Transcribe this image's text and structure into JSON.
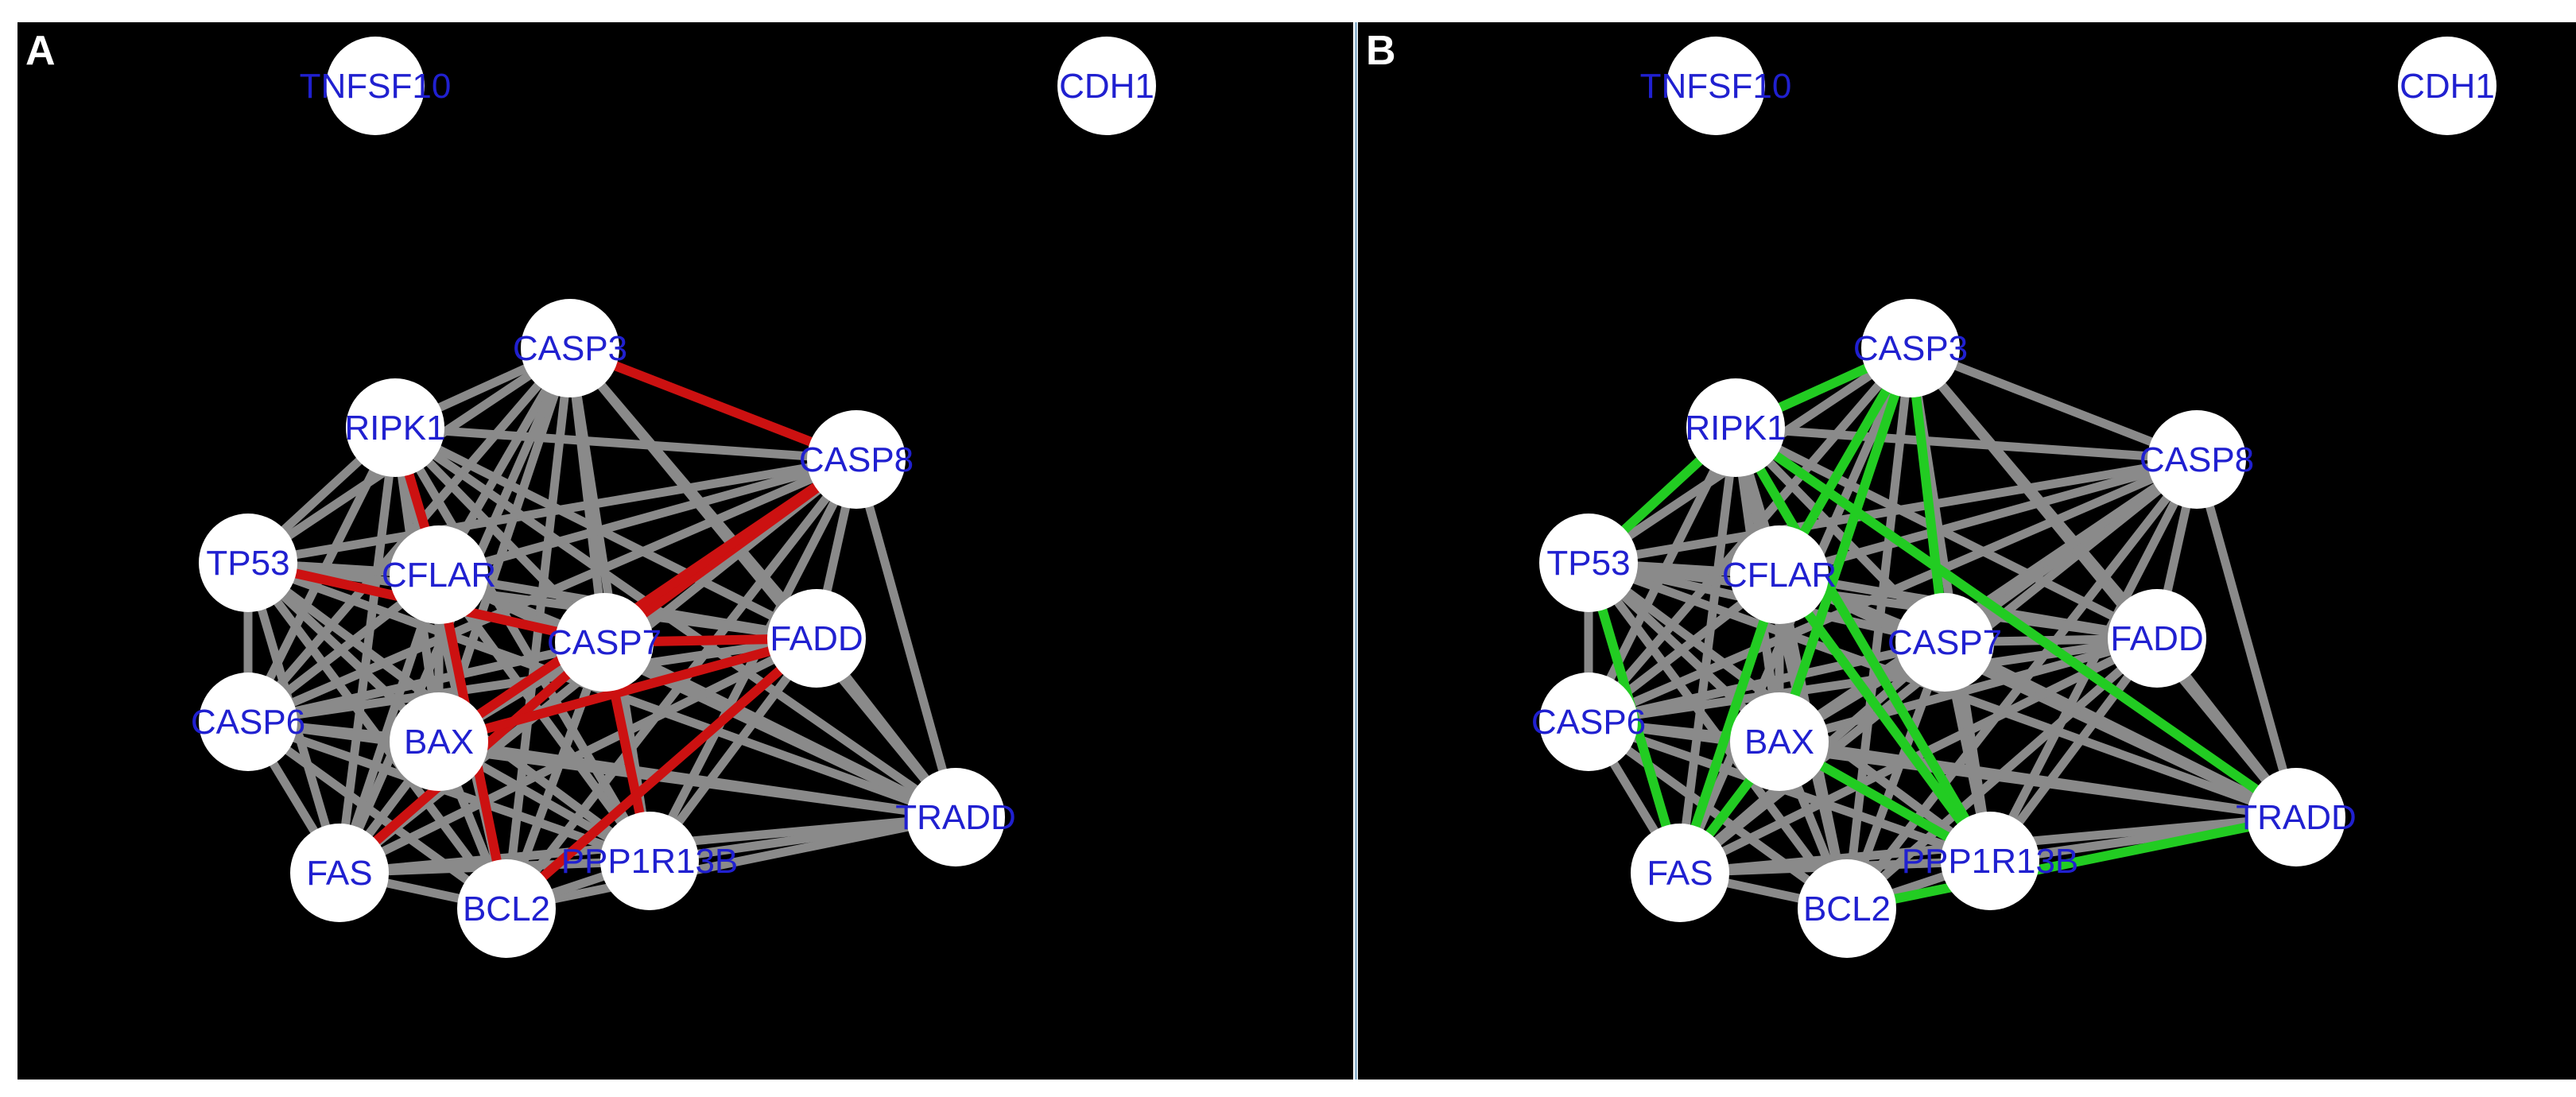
{
  "panels": [
    {
      "id": "a",
      "label": "A",
      "highlight_color": "#cc1111"
    },
    {
      "id": "b",
      "label": "B",
      "highlight_color": "#22cc22"
    }
  ],
  "colors": {
    "background": "#000000",
    "edge": "#8a8a8a",
    "node_fill": "#ffffff",
    "node_label": "#2020d0"
  },
  "nodes": [
    "TNFSF10",
    "CDH1",
    "CASP3",
    "RIPK1",
    "CASP8",
    "TP53",
    "CFLAR",
    "CASP7",
    "FADD",
    "CASP6",
    "BAX",
    "TRADD",
    "FAS",
    "PPP1R13B",
    "BCL2"
  ],
  "edges": [
    [
      "CASP3",
      "RIPK1"
    ],
    [
      "CASP3",
      "CASP8"
    ],
    [
      "CASP3",
      "TP53"
    ],
    [
      "CASP3",
      "CFLAR"
    ],
    [
      "CASP3",
      "CASP7"
    ],
    [
      "CASP3",
      "FADD"
    ],
    [
      "CASP3",
      "CASP6"
    ],
    [
      "CASP3",
      "BAX"
    ],
    [
      "CASP3",
      "TRADD"
    ],
    [
      "CASP3",
      "FAS"
    ],
    [
      "CASP3",
      "PPP1R13B"
    ],
    [
      "CASP3",
      "BCL2"
    ],
    [
      "RIPK1",
      "CASP8"
    ],
    [
      "RIPK1",
      "TP53"
    ],
    [
      "RIPK1",
      "CFLAR"
    ],
    [
      "RIPK1",
      "CASP7"
    ],
    [
      "RIPK1",
      "FADD"
    ],
    [
      "RIPK1",
      "CASP6"
    ],
    [
      "RIPK1",
      "BAX"
    ],
    [
      "RIPK1",
      "TRADD"
    ],
    [
      "RIPK1",
      "FAS"
    ],
    [
      "RIPK1",
      "PPP1R13B"
    ],
    [
      "RIPK1",
      "BCL2"
    ],
    [
      "CASP8",
      "TP53"
    ],
    [
      "CASP8",
      "CFLAR"
    ],
    [
      "CASP8",
      "CASP7"
    ],
    [
      "CASP8",
      "FADD"
    ],
    [
      "CASP8",
      "CASP6"
    ],
    [
      "CASP8",
      "BAX"
    ],
    [
      "CASP8",
      "TRADD"
    ],
    [
      "CASP8",
      "FAS"
    ],
    [
      "CASP8",
      "PPP1R13B"
    ],
    [
      "CASP8",
      "BCL2"
    ],
    [
      "TP53",
      "CFLAR"
    ],
    [
      "TP53",
      "CASP7"
    ],
    [
      "TP53",
      "FADD"
    ],
    [
      "TP53",
      "CASP6"
    ],
    [
      "TP53",
      "BAX"
    ],
    [
      "TP53",
      "TRADD"
    ],
    [
      "TP53",
      "FAS"
    ],
    [
      "TP53",
      "PPP1R13B"
    ],
    [
      "TP53",
      "BCL2"
    ],
    [
      "CFLAR",
      "CASP7"
    ],
    [
      "CFLAR",
      "FADD"
    ],
    [
      "CFLAR",
      "CASP6"
    ],
    [
      "CFLAR",
      "BAX"
    ],
    [
      "CFLAR",
      "TRADD"
    ],
    [
      "CFLAR",
      "FAS"
    ],
    [
      "CFLAR",
      "PPP1R13B"
    ],
    [
      "CFLAR",
      "BCL2"
    ],
    [
      "CASP7",
      "FADD"
    ],
    [
      "CASP7",
      "CASP6"
    ],
    [
      "CASP7",
      "BAX"
    ],
    [
      "CASP7",
      "TRADD"
    ],
    [
      "CASP7",
      "FAS"
    ],
    [
      "CASP7",
      "PPP1R13B"
    ],
    [
      "CASP7",
      "BCL2"
    ],
    [
      "FADD",
      "CASP6"
    ],
    [
      "FADD",
      "BAX"
    ],
    [
      "FADD",
      "TRADD"
    ],
    [
      "FADD",
      "FAS"
    ],
    [
      "FADD",
      "PPP1R13B"
    ],
    [
      "FADD",
      "BCL2"
    ],
    [
      "CASP6",
      "BAX"
    ],
    [
      "CASP6",
      "TRADD"
    ],
    [
      "CASP6",
      "FAS"
    ],
    [
      "CASP6",
      "PPP1R13B"
    ],
    [
      "CASP6",
      "BCL2"
    ],
    [
      "BAX",
      "TRADD"
    ],
    [
      "BAX",
      "FAS"
    ],
    [
      "BAX",
      "PPP1R13B"
    ],
    [
      "BAX",
      "BCL2"
    ],
    [
      "TRADD",
      "FAS"
    ],
    [
      "TRADD",
      "PPP1R13B"
    ],
    [
      "TRADD",
      "BCL2"
    ],
    [
      "FAS",
      "PPP1R13B"
    ],
    [
      "FAS",
      "BCL2"
    ],
    [
      "PPP1R13B",
      "BCL2"
    ]
  ],
  "highlights": {
    "a": [
      [
        "CASP3",
        "CASP8"
      ],
      [
        "CASP8",
        "CASP7"
      ],
      [
        "CASP7",
        "FADD"
      ],
      [
        "TP53",
        "CASP7"
      ],
      [
        "RIPK1",
        "CFLAR"
      ],
      [
        "CFLAR",
        "BCL2"
      ],
      [
        "CASP7",
        "PPP1R13B"
      ],
      [
        "CASP7",
        "FAS"
      ],
      [
        "FADD",
        "BCL2"
      ],
      [
        "BAX",
        "FADD"
      ],
      [
        "CASP8",
        "BAX"
      ]
    ],
    "b": [
      [
        "CASP3",
        "RIPK1"
      ],
      [
        "RIPK1",
        "TP53"
      ],
      [
        "RIPK1",
        "TRADD"
      ],
      [
        "RIPK1",
        "PPP1R13B"
      ],
      [
        "CASP3",
        "CFLAR"
      ],
      [
        "CASP3",
        "CASP7"
      ],
      [
        "CASP3",
        "BAX"
      ],
      [
        "TP53",
        "FAS"
      ],
      [
        "CFLAR",
        "FAS"
      ],
      [
        "CFLAR",
        "PPP1R13B"
      ],
      [
        "BAX",
        "PPP1R13B"
      ],
      [
        "BAX",
        "FAS"
      ],
      [
        "TRADD",
        "BCL2"
      ]
    ]
  }
}
